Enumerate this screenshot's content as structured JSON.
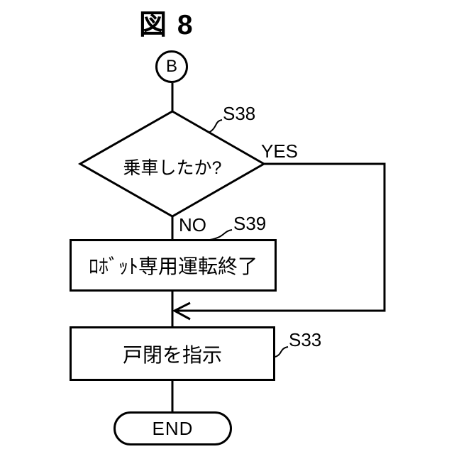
{
  "figure": {
    "title": "図 8"
  },
  "colors": {
    "line": "#000000",
    "background": "#ffffff"
  },
  "nodes": {
    "connector": {
      "label": "B"
    },
    "decision": {
      "step": "S38",
      "text": "乗車したか?"
    },
    "process_end_robot_mode": {
      "step": "S39",
      "text": "ﾛﾎﾞｯﾄ専用運転終了"
    },
    "process_close_doors": {
      "step": "S33",
      "text": "戸閉を指示"
    },
    "terminal": {
      "label": "END"
    }
  },
  "branches": {
    "yes": "YES",
    "no": "NO"
  }
}
